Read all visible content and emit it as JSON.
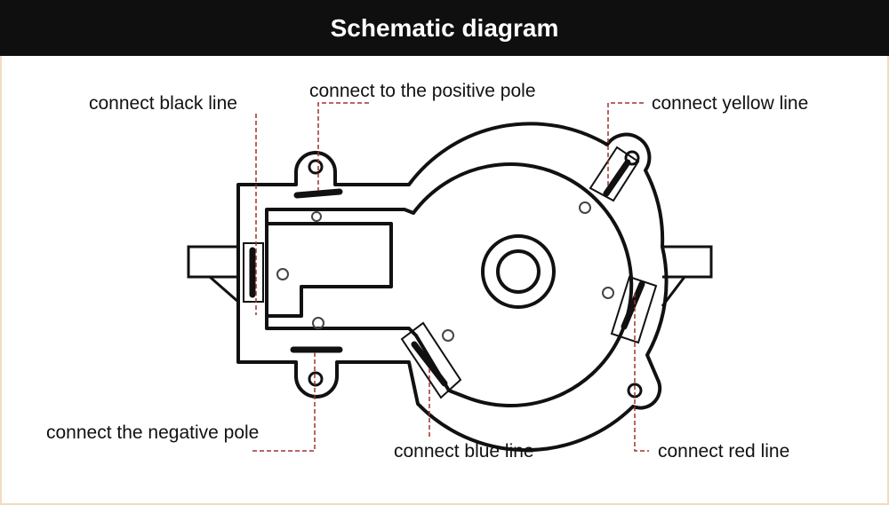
{
  "header": {
    "title": "Schematic diagram"
  },
  "labels": {
    "black_line": "connect black line",
    "positive_pole": "connect to the positive pole",
    "yellow_line": "connect yellow line",
    "negative_pole": "connect the negative pole",
    "blue_line": "connect blue line",
    "red_line": "connect red line"
  },
  "colors": {
    "header_bg": "#0f0f0f",
    "header_text": "#ffffff",
    "frame_border": "#f0dcc0",
    "leader_line": "#a0322d",
    "drawing_stroke": "#111111"
  }
}
